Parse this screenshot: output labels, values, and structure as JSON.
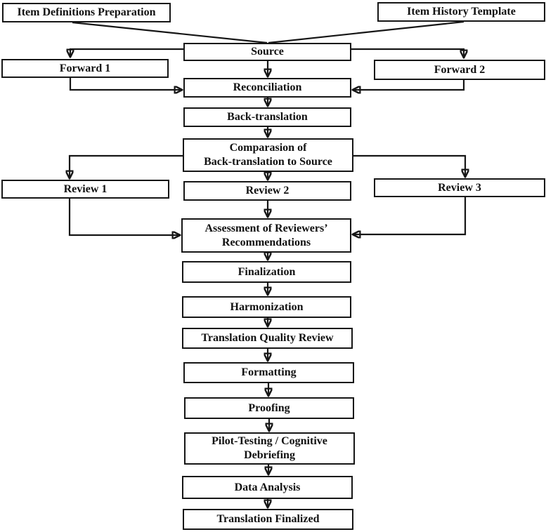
{
  "diagram": {
    "type": "flowchart",
    "background_color": "#ffffff",
    "line_color": "#161616",
    "nodes": {
      "item_definitions_preparation": "Item Definitions Preparation",
      "item_history_template": "Item History Template",
      "source": "Source",
      "forward_1": "Forward 1",
      "forward_2": "Forward 2",
      "reconciliation": "Reconciliation",
      "back_translation": "Back-translation",
      "comparison_of_back_translation_to_source": "Comparasion of\nBack-translation to Source",
      "review_1": "Review 1",
      "review_2": "Review 2",
      "review_3": "Review 3",
      "assessment_of_reviewers_recommendations": "Assessment of Reviewers’\nRecommendations",
      "finalization": "Finalization",
      "harmonization": "Harmonization",
      "translation_quality_review": "Translation Quality Review",
      "formatting": "Formatting",
      "proofing": "Proofing",
      "pilot_testing_cognitive_debriefing": "Pilot-Testing / Cognitive\nDebriefing",
      "data_analysis": "Data Analysis",
      "translation_finalized": "Translation Finalized"
    },
    "edges": [
      {
        "from": "item_definitions_preparation",
        "to": "source"
      },
      {
        "from": "item_history_template",
        "to": "source"
      },
      {
        "from": "source",
        "to": "forward_1"
      },
      {
        "from": "source",
        "to": "forward_2"
      },
      {
        "from": "source",
        "to": "reconciliation"
      },
      {
        "from": "forward_1",
        "to": "reconciliation"
      },
      {
        "from": "forward_2",
        "to": "reconciliation"
      },
      {
        "from": "reconciliation",
        "to": "back_translation"
      },
      {
        "from": "back_translation",
        "to": "comparison_of_back_translation_to_source"
      },
      {
        "from": "comparison_of_back_translation_to_source",
        "to": "review_1"
      },
      {
        "from": "comparison_of_back_translation_to_source",
        "to": "review_2"
      },
      {
        "from": "comparison_of_back_translation_to_source",
        "to": "review_3"
      },
      {
        "from": "review_1",
        "to": "assessment_of_reviewers_recommendations"
      },
      {
        "from": "review_2",
        "to": "assessment_of_reviewers_recommendations"
      },
      {
        "from": "review_3",
        "to": "assessment_of_reviewers_recommendations"
      },
      {
        "from": "assessment_of_reviewers_recommendations",
        "to": "finalization"
      },
      {
        "from": "finalization",
        "to": "harmonization"
      },
      {
        "from": "harmonization",
        "to": "translation_quality_review"
      },
      {
        "from": "translation_quality_review",
        "to": "formatting"
      },
      {
        "from": "formatting",
        "to": "proofing"
      },
      {
        "from": "proofing",
        "to": "pilot_testing_cognitive_debriefing"
      },
      {
        "from": "pilot_testing_cognitive_debriefing",
        "to": "data_analysis"
      },
      {
        "from": "data_analysis",
        "to": "translation_finalized"
      }
    ]
  }
}
